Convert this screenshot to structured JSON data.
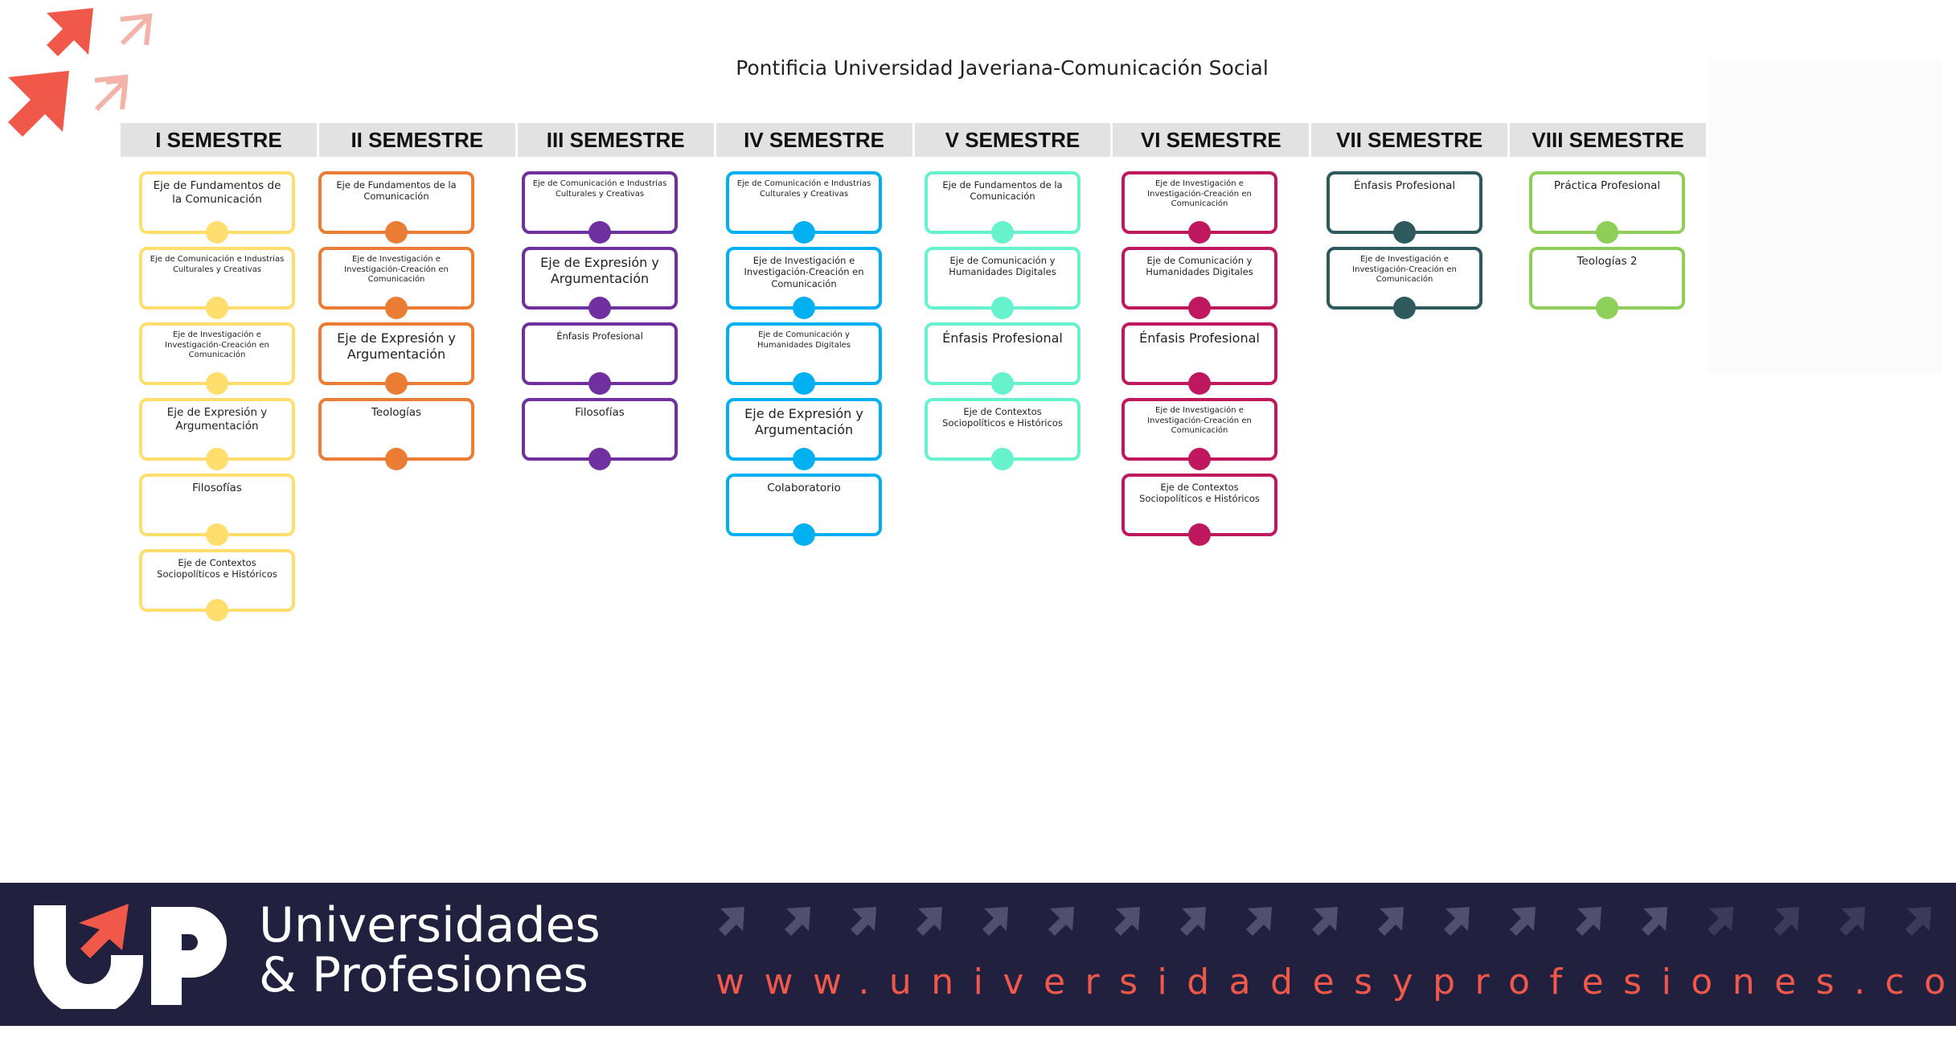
{
  "title": "Pontificia Universidad Javeriana-Comunicación Social",
  "colors": {
    "yellow": "#ffde6e",
    "orange": "#eb7c34",
    "purple": "#7030a0",
    "blue": "#00b0f0",
    "mint": "#66f2cc",
    "magenta": "#c0185f",
    "teal": "#2e5a5e",
    "green": "#8ecf5a",
    "footer_bg": "#22203f",
    "accent": "#f0584a"
  },
  "semesters": [
    {
      "label": "I SEMESTRE",
      "color": "#ffde6e",
      "courses": [
        {
          "name": "Eje de Fundamentos de la Comunicación",
          "size": "m"
        },
        {
          "name": "Eje de Comunicación e Industrias Culturales y Creativas",
          "size": "xs"
        },
        {
          "name": "Eje de Investigación e Investigación-Creación en Comunicación",
          "size": "xs"
        },
        {
          "name": "Eje de Expresión y Argumentación",
          "size": "m"
        },
        {
          "name": "Filosofías",
          "size": "m"
        },
        {
          "name": "Eje de Contextos Sociopolíticos e Históricos",
          "size": "s"
        }
      ]
    },
    {
      "label": "II SEMESTRE",
      "color": "#eb7c34",
      "courses": [
        {
          "name": "Eje de Fundamentos de la Comunicación",
          "size": "s"
        },
        {
          "name": "Eje de Investigación e Investigación-Creación en Comunicación",
          "size": "xs"
        },
        {
          "name": "Eje de Expresión y Argumentación",
          "size": "l"
        },
        {
          "name": "Teologías",
          "size": "m"
        }
      ]
    },
    {
      "label": "III SEMESTRE",
      "color": "#7030a0",
      "courses": [
        {
          "name": "Eje de Comunicación e Industrias Culturales y Creativas",
          "size": "xs"
        },
        {
          "name": "Eje de Expresión y Argumentación",
          "size": "l"
        },
        {
          "name": "Énfasis Profesional",
          "size": "s"
        },
        {
          "name": "Filosofías",
          "size": "m"
        }
      ]
    },
    {
      "label": "IV SEMESTRE",
      "color": "#00b0f0",
      "courses": [
        {
          "name": "Eje de Comunicación e Industrias Culturales y Creativas",
          "size": "xs"
        },
        {
          "name": "Eje de Investigación e Investigación-Creación en Comunicación",
          "size": "s"
        },
        {
          "name": "Eje de Comunicación y Humanidades Digitales",
          "size": "xs"
        },
        {
          "name": "Eje de Expresión y Argumentación",
          "size": "l"
        },
        {
          "name": "Colaboratorio",
          "size": "m"
        }
      ]
    },
    {
      "label": "V SEMESTRE",
      "color": "#66f2cc",
      "courses": [
        {
          "name": "Eje de Fundamentos de la Comunicación",
          "size": "s"
        },
        {
          "name": "Eje de Comunicación y Humanidades Digitales",
          "size": "s"
        },
        {
          "name": "Énfasis Profesional",
          "size": "l"
        },
        {
          "name": "Eje de Contextos Sociopolíticos e Históricos",
          "size": "s"
        }
      ]
    },
    {
      "label": "VI SEMESTRE",
      "color": "#c0185f",
      "courses": [
        {
          "name": "Eje de Investigación e Investigación-Creación en Comunicación",
          "size": "xs"
        },
        {
          "name": "Eje de Comunicación y Humanidades Digitales",
          "size": "s"
        },
        {
          "name": "Énfasis Profesional",
          "size": "l"
        },
        {
          "name": "Eje de Investigación e Investigación-Creación en Comunicación",
          "size": "xs"
        },
        {
          "name": "Eje de Contextos Sociopolíticos e Históricos",
          "size": "s"
        }
      ]
    },
    {
      "label": "VII SEMESTRE",
      "color": "#2e5a5e",
      "courses": [
        {
          "name": "Énfasis Profesional",
          "size": "m"
        },
        {
          "name": "Eje de Investigación e Investigación-Creación en Comunicación",
          "size": "xs"
        }
      ]
    },
    {
      "label": "VIII SEMESTRE",
      "color": "#8ecf5a",
      "courses": [
        {
          "name": "Práctica Profesional",
          "size": "m"
        },
        {
          "name": "Teologías 2",
          "size": "m"
        }
      ]
    }
  ],
  "footer": {
    "brand_line1": "Universidades",
    "brand_line2": "& Profesiones",
    "url": "www.universidadesyprofesiones.com"
  }
}
